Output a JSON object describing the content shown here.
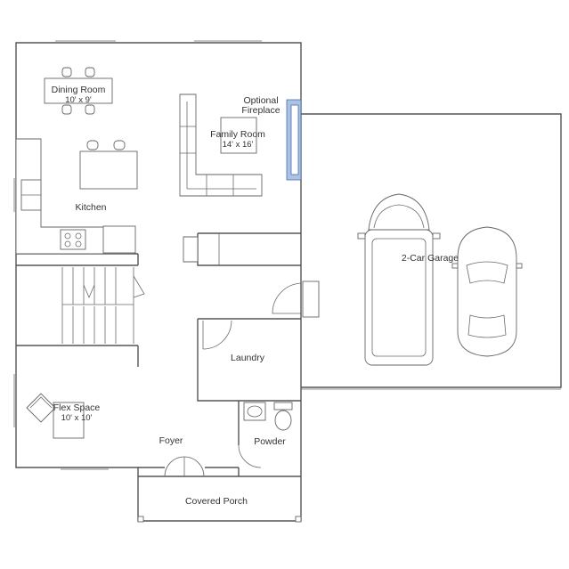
{
  "rooms": {
    "dining_room": {
      "name": "Dining Room",
      "dims": "10' x 9'"
    },
    "family_room": {
      "name": "Family Room",
      "dims": "14' x 16'"
    },
    "fireplace": {
      "line1": "Optional",
      "line2": "Fireplace"
    },
    "kitchen": {
      "name": "Kitchen"
    },
    "garage": {
      "name": "2-Car Garage"
    },
    "laundry": {
      "name": "Laundry"
    },
    "flex_space": {
      "name": "Flex Space",
      "dims": "10' x 10'"
    },
    "foyer": {
      "name": "Foyer"
    },
    "powder": {
      "name": "Powder"
    },
    "covered_porch": {
      "name": "Covered Porch"
    }
  },
  "colors": {
    "wall": "#555555",
    "label": "#333333",
    "fireplace_highlight": "#a9c2e6",
    "fireplace_outline": "#4a6fa8"
  }
}
